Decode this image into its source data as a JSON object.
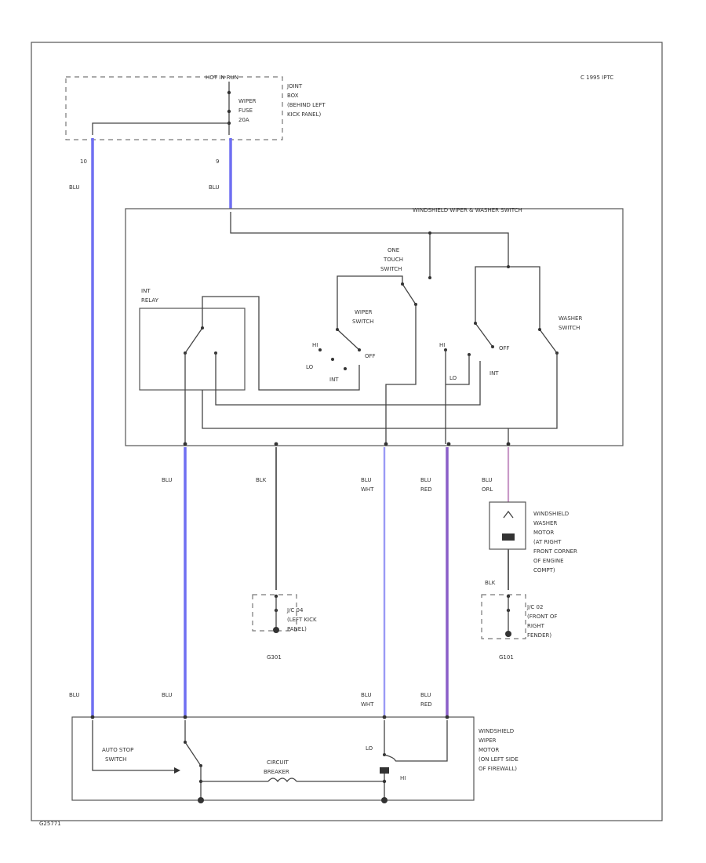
{
  "header": {
    "copyright": "C 1995 IPTC",
    "code": "G25771"
  },
  "fuse_box": {
    "title": "HOT IN RUN",
    "fuse_label": [
      "WIPER",
      "FUSE",
      "20A"
    ],
    "location": [
      "JOINT",
      "BOX",
      "(BEHIND LEFT",
      "KICK PANEL)"
    ],
    "pin_left": "10",
    "pin_right": "9"
  },
  "switch": {
    "title": "WINDSHIELD WIPER & WASHER SWITCH",
    "int_relay": [
      "INT",
      "RELAY"
    ],
    "one_touch": [
      "ONE",
      "TOUCH",
      "SWITCH"
    ],
    "wiper_switch": [
      "WIPER",
      "SWITCH"
    ],
    "washer_switch": [
      "WASHER",
      "SWITCH"
    ],
    "hi": "HI",
    "lo": "LO",
    "int": "INT",
    "off": "OFF"
  },
  "wires": [
    {
      "id": "w1",
      "label": "BLU",
      "color": "#6f6ff2"
    },
    {
      "id": "w2",
      "label": "BLU",
      "color": "#6f6ff2"
    },
    {
      "id": "w3",
      "label": "BLU",
      "color": "#6f6ff2"
    },
    {
      "id": "w4",
      "label": "BLK",
      "color": "#555555"
    },
    {
      "id": "w5",
      "label": [
        "BLU",
        "WHT"
      ],
      "color": "#9a9af5"
    },
    {
      "id": "w6",
      "label": [
        "BLU",
        "RED"
      ],
      "color": "#8a5fc8"
    },
    {
      "id": "w7",
      "label": [
        "BLU",
        "ORL"
      ],
      "color": "#c99ac8"
    },
    {
      "id": "w8",
      "label": "BLK",
      "color": "#555555"
    }
  ],
  "lower_labels": {
    "blu_left": "BLU",
    "blu_mid": "BLU",
    "blu_wht": [
      "BLU",
      "WHT"
    ],
    "blu_red": [
      "BLU",
      "RED"
    ]
  },
  "junction1": {
    "name": [
      "J/C 04",
      "(LEFT KICK",
      "PANEL)"
    ],
    "ground": "G301"
  },
  "junction2": {
    "name": [
      "J/C 02",
      "(FRONT OF",
      "RIGHT",
      "FENDER)"
    ],
    "ground": "G101"
  },
  "washer_motor": [
    "WINDSHIELD",
    "WASHER",
    "MOTOR",
    "(AT RIGHT",
    "FRONT CORNER",
    "OF ENGINE",
    "COMPT)"
  ],
  "wiper_motor": {
    "label": [
      "WINDSHIELD",
      "WIPER",
      "MOTOR",
      "(ON LEFT SIDE",
      "OF FIREWALL)"
    ],
    "auto_stop": [
      "AUTO STOP",
      "SWITCH"
    ],
    "circuit_breaker": [
      "CIRCUIT",
      "BREAKER"
    ],
    "lo": "LO",
    "hi": "HI"
  }
}
